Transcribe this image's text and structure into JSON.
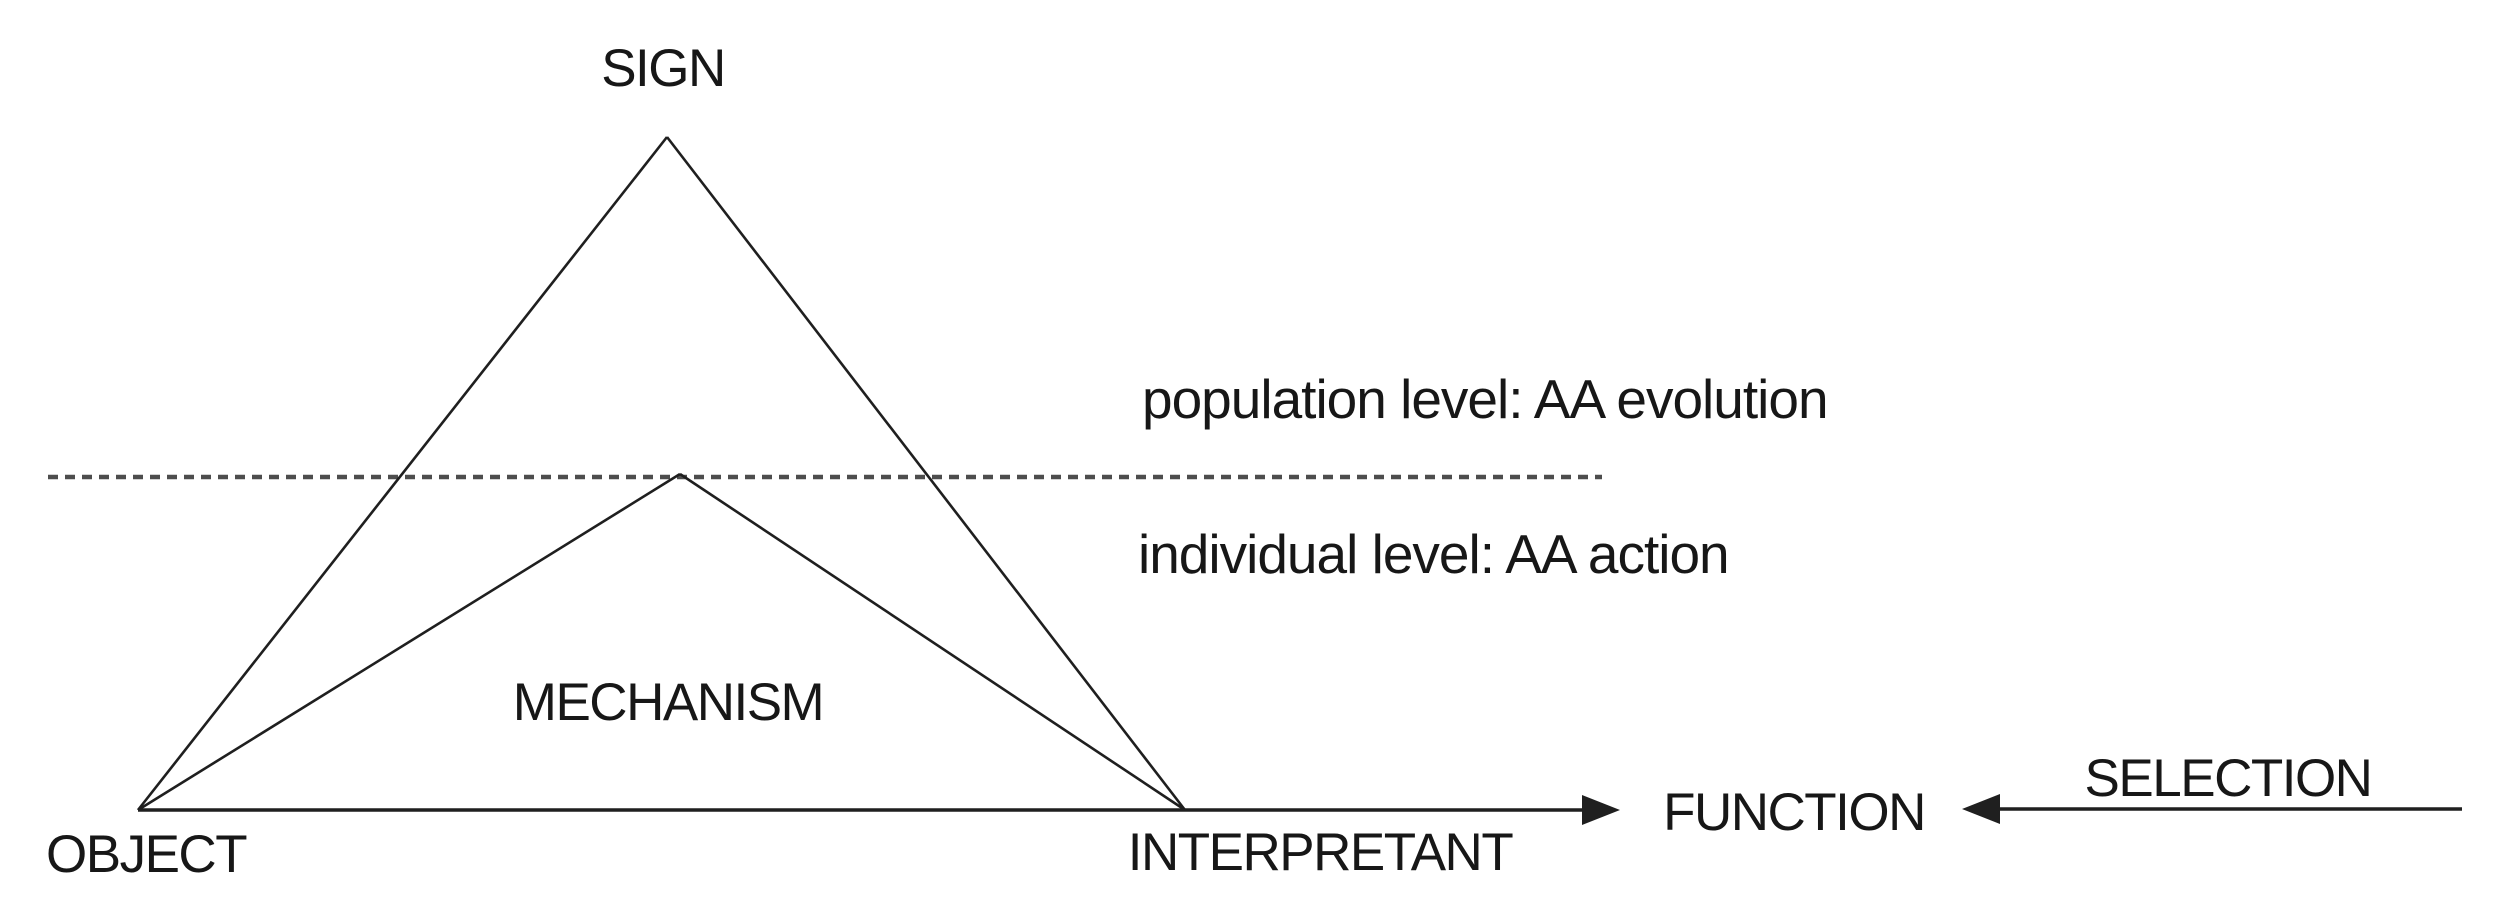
{
  "diagram": {
    "labels": {
      "sign": "SIGN",
      "object": "OBJECT",
      "interpretant": "INTERPRETANT",
      "mechanism": "MECHANISM",
      "function": "FUNCTION",
      "selection": "SELECTION",
      "population_level": "population level: AA evolution",
      "individual_level": "individual level: AA action"
    },
    "colors": {
      "background": "#ffffff",
      "line": "#1f1f1f",
      "dashed_divider": "#4d4d4d",
      "text": "#171717"
    },
    "relations": [
      {
        "from": "OBJECT",
        "to": "SIGN",
        "type": "line"
      },
      {
        "from": "SIGN",
        "to": "INTERPRETANT",
        "type": "line"
      },
      {
        "from": "OBJECT",
        "to": "MECHANISM",
        "type": "line"
      },
      {
        "from": "MECHANISM",
        "to": "INTERPRETANT",
        "type": "line"
      },
      {
        "from": "OBJECT",
        "to": "INTERPRETANT",
        "type": "line"
      },
      {
        "from": "INTERPRETANT",
        "to": "FUNCTION",
        "type": "arrow"
      },
      {
        "from": "SELECTION",
        "to": "FUNCTION",
        "type": "arrow"
      }
    ],
    "divider": {
      "above_label": "population level: AA evolution",
      "below_label": "individual level: AA action"
    }
  }
}
